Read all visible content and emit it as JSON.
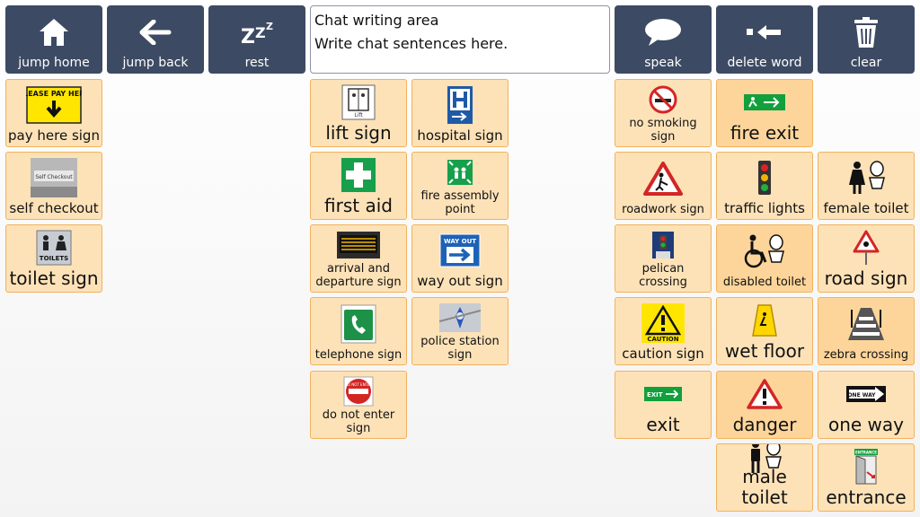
{
  "toolbar": {
    "jump_home": "jump home",
    "jump_back": "jump back",
    "rest": "rest",
    "speak": "speak",
    "delete_word": "delete word",
    "clear": "clear"
  },
  "chat": {
    "title": "Chat writing area",
    "placeholder": "Write chat sentences here."
  },
  "symbols": {
    "pay_here_sign": "pay here sign",
    "pay_here_art": "PLEASE PAY HERE",
    "self_checkout": "self checkout",
    "self_checkout_art": "Self Checkout",
    "toilet_sign": "toilet sign",
    "toilet_sign_art": "TOILETS",
    "lift_sign": "lift sign",
    "lift_art": "Lift",
    "hospital_sign": "hospital sign",
    "first_aid": "first aid",
    "fire_assembly_point": "fire assembly point",
    "arrival_departure_sign": "arrival and departure sign",
    "way_out_sign": "way out sign",
    "way_out_art": "WAY OUT",
    "telephone_sign": "telephone sign",
    "police_station_sign": "police station sign",
    "do_not_enter_sign": "do not enter sign",
    "do_not_enter_art": "DO NOT ENTER",
    "no_smoking_sign": "no smoking sign",
    "fire_exit": "fire exit",
    "roadwork_sign": "roadwork sign",
    "traffic_lights": "traffic lights",
    "female_toilet": "female toilet",
    "pelican_crossing": "pelican crossing",
    "disabled_toilet": "disabled toilet",
    "road_sign": "road sign",
    "caution_sign": "caution sign",
    "caution_art": "CAUTION",
    "wet_floor": "wet floor",
    "zebra_crossing": "zebra crossing",
    "exit": "exit",
    "exit_art": "EXIT",
    "danger": "danger",
    "one_way": "one way",
    "one_way_art": "ONE WAY",
    "male_toilet": "male toilet",
    "entrance": "entrance",
    "entrance_art": "ENTRANCE"
  },
  "colors": {
    "toolbar_bg": "#3d4a63",
    "tile_bg": "#fde2b8",
    "tile_bg_dark": "#fdd59a",
    "tile_border": "#f2b25c"
  }
}
